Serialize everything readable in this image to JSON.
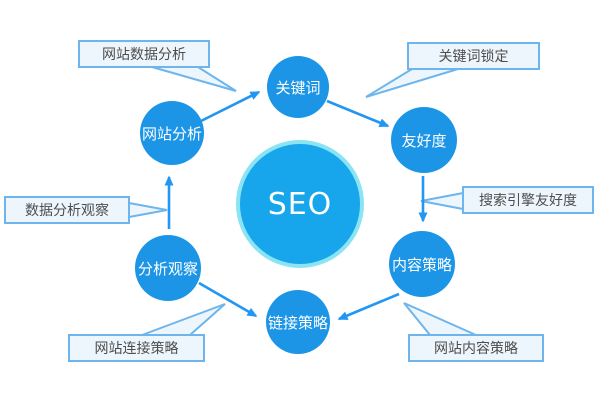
{
  "diagram": {
    "center": {
      "label": "SEO"
    },
    "nodes": [
      {
        "id": "keywords",
        "label": "关键词"
      },
      {
        "id": "friendliness",
        "label": "友好度"
      },
      {
        "id": "content-strategy",
        "label": "内容策略"
      },
      {
        "id": "link-strategy",
        "label": "链接策略"
      },
      {
        "id": "analysis-observation",
        "label": "分析观察"
      },
      {
        "id": "site-analysis",
        "label": "网站分析"
      }
    ],
    "callouts": [
      {
        "id": "site-data-analysis",
        "label": "网站数据分析",
        "points_to": "网站分析 → 关键词"
      },
      {
        "id": "keyword-targeting",
        "label": "关键词锁定",
        "points_to": "关键词 → 友好度"
      },
      {
        "id": "search-engine-friendliness",
        "label": "搜索引擎友好度",
        "points_to": "友好度 → 内容策略"
      },
      {
        "id": "data-analysis-observation",
        "label": "数据分析观察",
        "points_to": "分析观察 → 网站分析"
      },
      {
        "id": "site-link-strategy",
        "label": "网站连接策略",
        "points_to": "分析观察 → 链接策略"
      },
      {
        "id": "site-content-strategy",
        "label": "网站内容策略",
        "points_to": "内容策略"
      }
    ],
    "edges": [
      {
        "from": "分析观察",
        "to": "网站分析"
      },
      {
        "from": "网站分析",
        "to": "关键词"
      },
      {
        "from": "关键词",
        "to": "友好度"
      },
      {
        "from": "友好度",
        "to": "内容策略"
      },
      {
        "from": "内容策略",
        "to": "链接策略"
      },
      {
        "from": "分析观察",
        "to": "链接策略"
      }
    ],
    "colors": {
      "node_fill": "#1c95e6",
      "center_fill": "#17a5eb",
      "center_ring": "#8ae4f3",
      "arrow": "#2196f3",
      "callout_border": "#6db5ec",
      "callout_fill": "#eef6fd",
      "callout_text": "#4d4d4d"
    }
  }
}
